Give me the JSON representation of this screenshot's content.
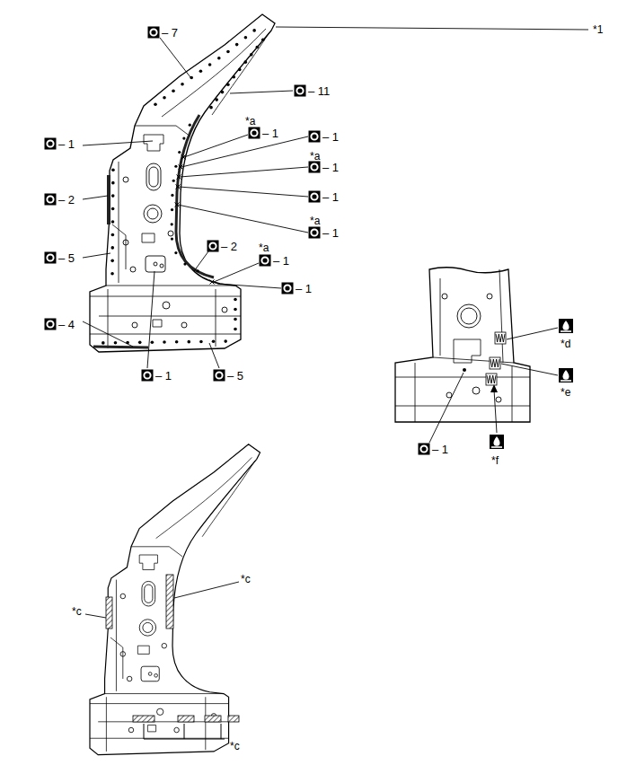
{
  "diagram": {
    "labels": [
      "– 7",
      "*1",
      "– 11",
      "*a",
      "– 1",
      "– 1",
      "– 1",
      "*a",
      "– 1",
      "– 1",
      "– 2",
      "*a",
      "– 1",
      "– 2",
      "*a",
      "– 1",
      "– 5",
      "– 1",
      "– 4",
      "*d",
      "– 1",
      "– 5",
      "*e",
      "– 1",
      "*f",
      "*c",
      "*c",
      "*c"
    ]
  }
}
